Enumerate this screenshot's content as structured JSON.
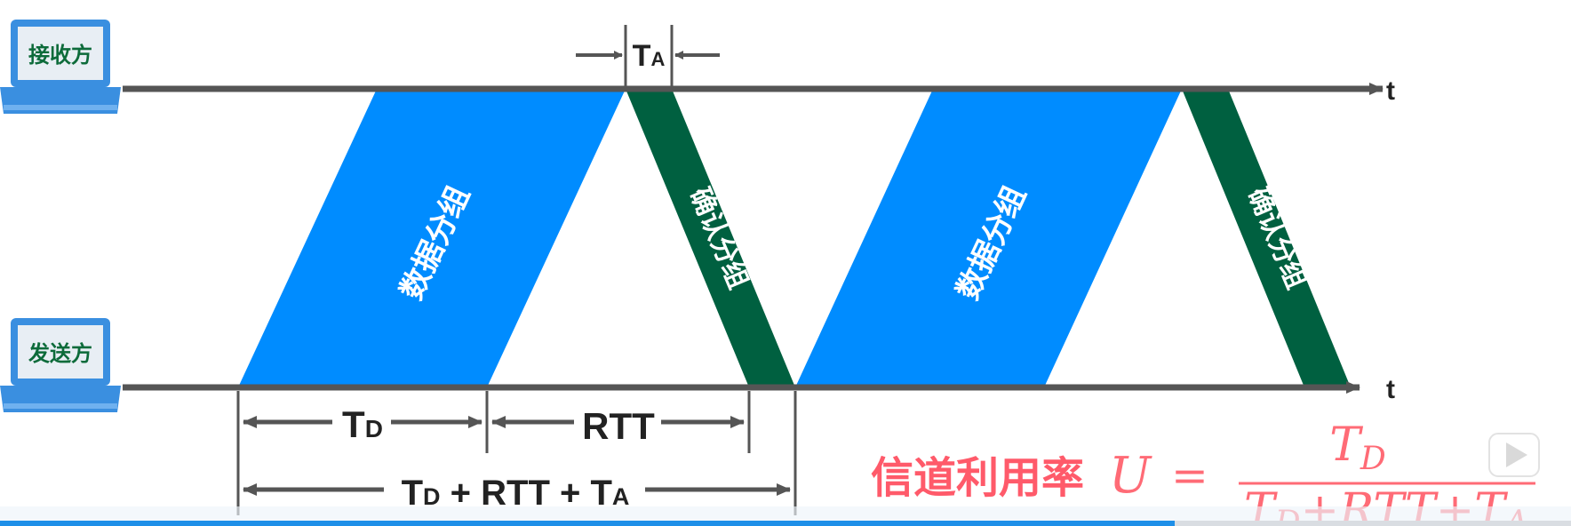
{
  "hosts": {
    "receiver_label": "接收方",
    "sender_label": "发送方"
  },
  "axis": {
    "time_label": "t"
  },
  "packets": {
    "data_label": "数据分组",
    "ack_label": "确认分组"
  },
  "timing": {
    "ta_main": "T",
    "ta_sub": "A",
    "td_main": "T",
    "td_sub": "D",
    "rtt_label": "RTT",
    "total_parts": [
      {
        "main": "T",
        "sub": "D"
      },
      {
        "main": " + RTT + ",
        "sub": ""
      },
      {
        "main": "T",
        "sub": "A"
      }
    ]
  },
  "formula": {
    "title": "信道利用率",
    "lhs": "U",
    "eq": "=",
    "numerator_main": "T",
    "numerator_sub": "D",
    "denominator": [
      {
        "main": "T",
        "sub": "D"
      },
      {
        "main": "+RTT+",
        "sub": ""
      },
      {
        "main": "T",
        "sub": "A"
      }
    ]
  },
  "colors": {
    "data_packet": "#008cff",
    "ack_packet": "#006040",
    "axis": "#555555",
    "host_icon": "#3a8fe0",
    "formula": "#ff6b76",
    "progress": "#1e8fe8"
  },
  "icons": [
    "laptop-icon",
    "play-icon"
  ]
}
